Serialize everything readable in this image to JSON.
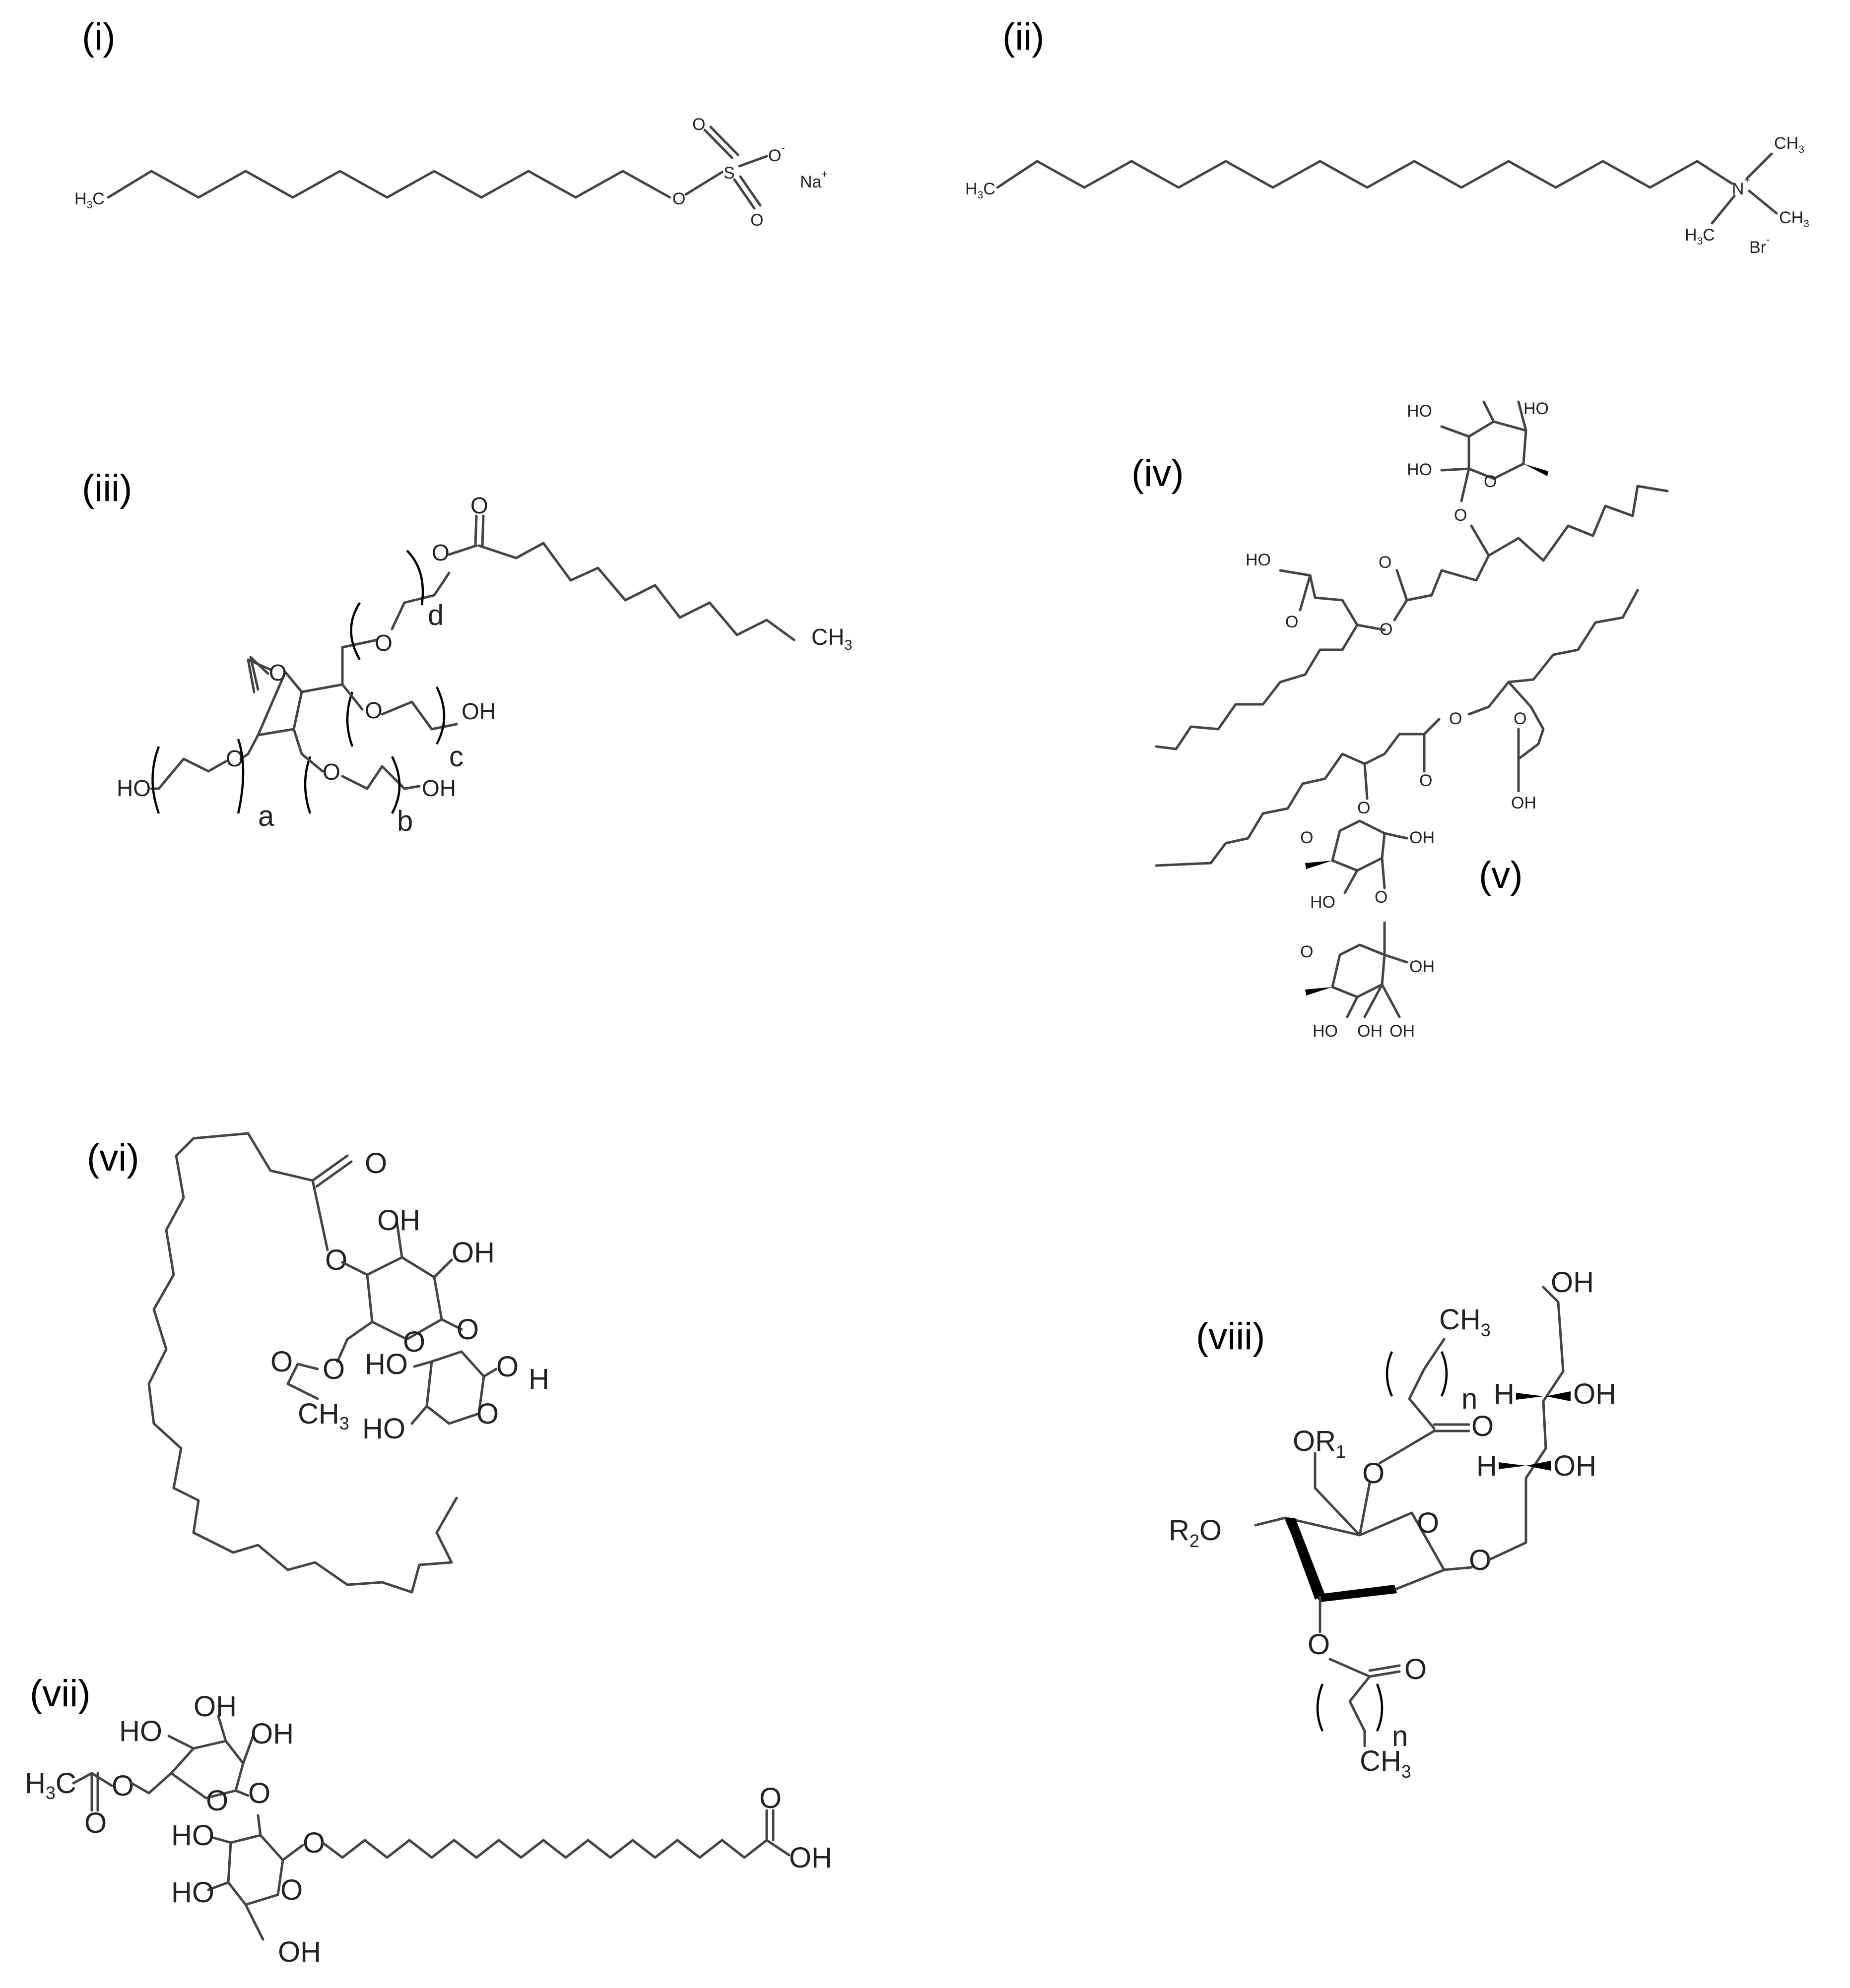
{
  "panels": [
    {
      "id": "i",
      "label": "(i)"
    },
    {
      "id": "ii",
      "label": "(ii)"
    },
    {
      "id": "iii",
      "label": "(iii)"
    },
    {
      "id": "iv",
      "label": "(iv)"
    },
    {
      "id": "v",
      "label": "(v)"
    },
    {
      "id": "vi",
      "label": "(vi)"
    },
    {
      "id": "vii",
      "label": "(vii)"
    },
    {
      "id": "viii",
      "label": "(viii)"
    }
  ],
  "atoms": {
    "H": "H",
    "C": "C",
    "O": "O",
    "S": "S",
    "N": "N",
    "Na": "Na",
    "Br": "Br",
    "OH": "OH",
    "HO": "HO",
    "CH": "CH",
    "R": "R",
    "sub3": "3",
    "sub1": "1",
    "sub2": "2",
    "plus": "+",
    "minus": "-"
  },
  "indices": {
    "a": "a",
    "b": "b",
    "c": "c",
    "d": "d",
    "n": "n"
  }
}
